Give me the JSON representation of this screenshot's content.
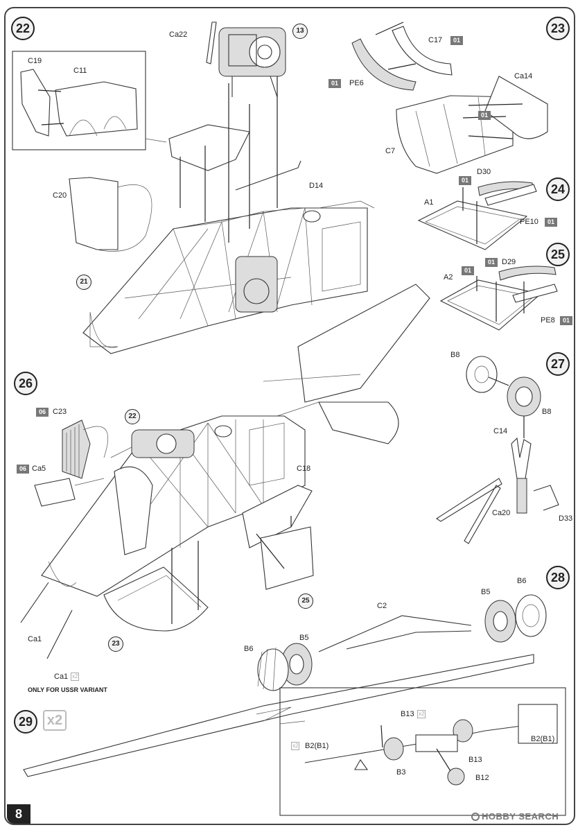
{
  "page_number": "8",
  "watermark": "HOBBY SEARCH",
  "steps": {
    "s22": "22",
    "s23": "23",
    "s24": "24",
    "s25": "25",
    "s26": "26",
    "s27": "27",
    "s28": "28",
    "s29": "29"
  },
  "refs": {
    "r13": "13",
    "r21": "21",
    "r22": "22",
    "r23": "23",
    "r25": "25"
  },
  "badges": {
    "b01_c17": "01",
    "b01_pe6": "01",
    "b01_c7": "01",
    "b01_a1": "01",
    "b01_pe10": "01",
    "b01_a2": "01",
    "b01_d29": "01",
    "b01_pe8": "01",
    "b06_c23": "06",
    "b06_ca5": "06"
  },
  "x_marks": {
    "ca1": "x2",
    "b13": "x2",
    "b2": "x2",
    "step29": "x2"
  },
  "labels": {
    "c19": "C19",
    "c11": "C11",
    "ca22": "Ca22",
    "d14": "D14",
    "c20": "C20",
    "c17": "C17",
    "pe6": "PE6",
    "ca14": "Ca14",
    "c7": "C7",
    "d30": "D30",
    "a1": "A1",
    "pe10": "PE10",
    "d29": "D29",
    "a2": "A2",
    "pe8": "PE8",
    "c23": "C23",
    "ca5": "Ca5",
    "c18": "C18",
    "ca1a": "Ca1",
    "ca1b": "Ca1",
    "b8a": "B8",
    "b8b": "B8",
    "c14": "C14",
    "ca20": "Ca20",
    "d33": "D33",
    "b6a": "B6",
    "b5a": "B5",
    "c2": "C2",
    "b6b": "B6",
    "b5b": "B5",
    "b13a": "B13",
    "b2a": "B2(B1)",
    "b2b": "B2(B1)",
    "b3": "B3",
    "b13b": "B13",
    "b12": "B12"
  },
  "notes": {
    "ussr": "ONLY FOR USSR VARIANT"
  }
}
